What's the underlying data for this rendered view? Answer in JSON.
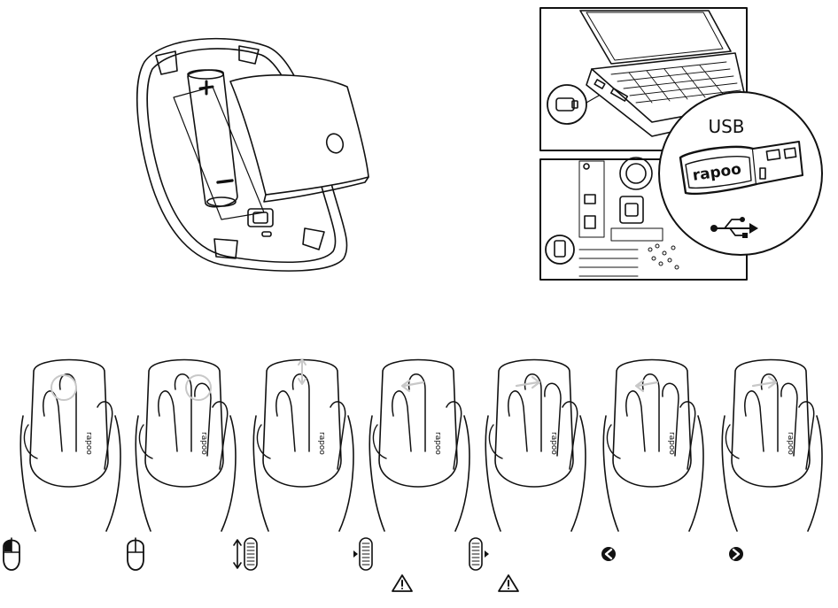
{
  "usb_callout": {
    "label": "USB"
  },
  "receiver": {
    "brand": "rapoo"
  },
  "mouse_hands": {
    "brand": "rapoo"
  },
  "colors": {
    "ink": "#111111",
    "highlight": "#c8c8c8",
    "paper": "#ffffff"
  },
  "gesture_icons": [
    {
      "icon": "left-click-mouse-icon"
    },
    {
      "icon": "right-click-mouse-icon"
    },
    {
      "icon": "vertical-scroll-icon"
    },
    {
      "icon": "scroll-left-icon",
      "warning": true
    },
    {
      "icon": "scroll-right-icon",
      "warning": true
    },
    {
      "icon": "back-arrow-circle-icon"
    },
    {
      "icon": "forward-arrow-circle-icon"
    }
  ]
}
